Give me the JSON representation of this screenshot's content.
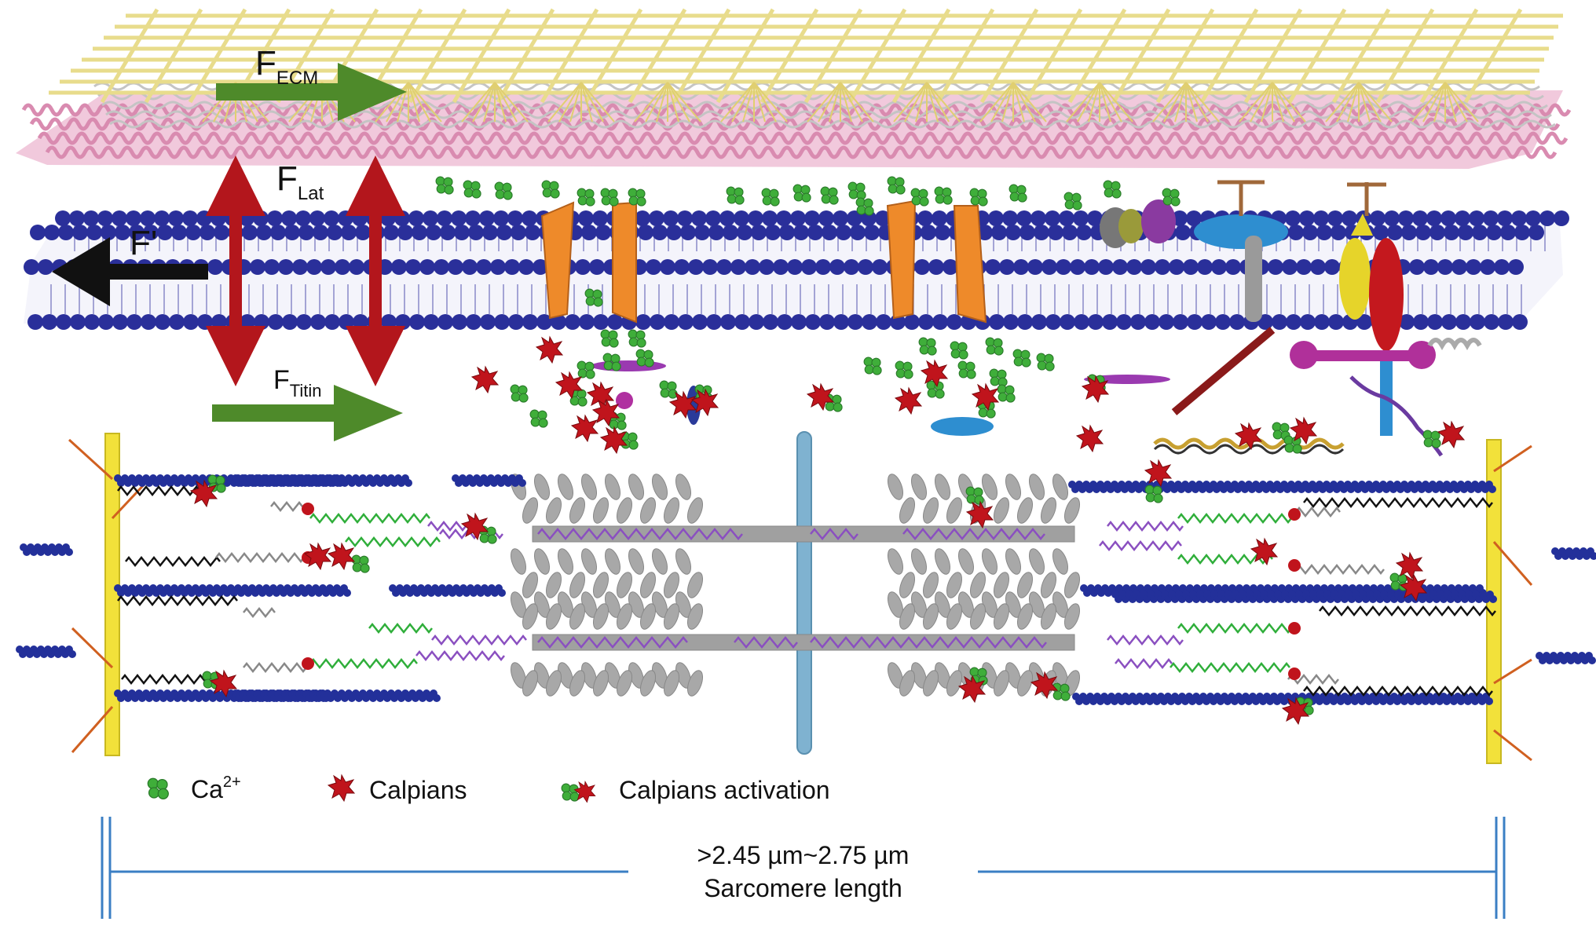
{
  "forces": {
    "ecm": {
      "symbol": "F",
      "sub": "ECM"
    },
    "lat": {
      "symbol": "F",
      "sub": "Lat"
    },
    "prime": {
      "symbol": "F'"
    },
    "titin": {
      "symbol": "F",
      "sub": "Titin"
    }
  },
  "legend": {
    "ca_label": "Ca",
    "ca_sup": "2+",
    "calpians_label": "Calpians",
    "activation_label": "Calpians activation"
  },
  "scale": {
    "range": ">2.45 µm~2.75 µm",
    "label": "Sarcomere length"
  },
  "colors": {
    "ecm_mesh": "#e8dc8c",
    "ecm_pink": "#e9a6c4",
    "lipid_head": "#2a2f9a",
    "force_red": "#b3161c",
    "force_green": "#4e8a2a",
    "force_black": "#111111",
    "z_disc": "#f2e13a",
    "m_line": "#7fb2d0",
    "actin": "#23309a",
    "titin_green": "#2fae3a",
    "titin_purple": "#8a4fc0",
    "calpain_red": "#c0141c",
    "calcium_green": "#3fae3a",
    "channel_orange": "#ee8a2a",
    "myosin_head": "#a8a8a8",
    "scale_blue": "#3b7fc4"
  }
}
